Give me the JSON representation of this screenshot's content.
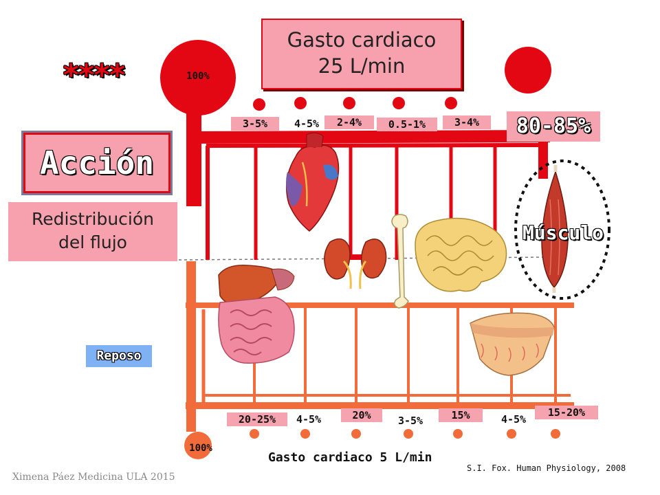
{
  "title": {
    "line1": "Gasto cardiaco",
    "line2": "25 L/min"
  },
  "stars": "****",
  "action_label": "Acción",
  "redistribution": {
    "line1": "Redistribución",
    "line2": "del flujo"
  },
  "exercise": {
    "source_pct": "100%",
    "muscle_pct": "80-85%",
    "muscle_label": "Músculo",
    "labels": [
      "3-5%",
      "4-5%",
      "2-4%",
      "0.5-1%",
      "3-4%"
    ]
  },
  "rest": {
    "label": "Reposo",
    "source_pct": "100%",
    "cardiac_output": "Gasto cardiaco 5 L/min",
    "labels": [
      "20-25%",
      "4-5%",
      "20%",
      "3-5%",
      "15%",
      "4-5%",
      "15-20%"
    ]
  },
  "organs": [
    "liver-intestine-icon",
    "heart-icon",
    "kidneys-icon",
    "bone-icon",
    "brain-icon",
    "skin-icon",
    "muscle-icon"
  ],
  "source": "S.I. Fox. Human Physiology, 2008",
  "author": "Ximena Páez Medicina ULA 2015",
  "colors": {
    "exercise": "#e30613",
    "rest": "#f26b3a",
    "label_bg": "#f6a3b0",
    "reposo_bg": "#7fb2f5"
  }
}
